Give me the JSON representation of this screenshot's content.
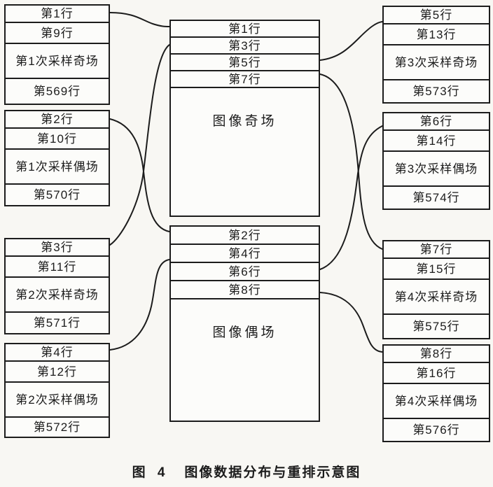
{
  "colors": {
    "ink": "#1c1c1c",
    "paper": "#f8f7f3",
    "cell": "#fcfcfa"
  },
  "left_boxes": [
    {
      "rows": [
        "第1行",
        "第9行",
        "第1次采样奇场",
        "第569行"
      ]
    },
    {
      "rows": [
        "第2行",
        "第10行",
        "第1次采样偶场",
        "第570行"
      ]
    },
    {
      "rows": [
        "第3行",
        "第11行",
        "第2次采样奇场",
        "第571行"
      ]
    },
    {
      "rows": [
        "第4行",
        "第12行",
        "第2次采样偶场",
        "第572行"
      ]
    }
  ],
  "center": {
    "odd_field": {
      "rows": [
        "第1行",
        "第3行",
        "第5行",
        "第7行"
      ],
      "label": "图像奇场"
    },
    "even_field": {
      "rows": [
        "第2行",
        "第4行",
        "第6行",
        "第8行"
      ],
      "label": "图像偶场"
    }
  },
  "right_boxes": [
    {
      "rows": [
        "第5行",
        "第13行",
        "第3次采样奇场",
        "第573行"
      ]
    },
    {
      "rows": [
        "第6行",
        "第14行",
        "第3次采样偶场",
        "第574行"
      ]
    },
    {
      "rows": [
        "第7行",
        "第15行",
        "第4次采样奇场",
        "第575行"
      ]
    },
    {
      "rows": [
        "第8行",
        "第16行",
        "第4次采样偶场",
        "第576行"
      ]
    }
  ],
  "caption": {
    "figure_label": "图 4",
    "title": "图像数据分布与重排示意图"
  }
}
